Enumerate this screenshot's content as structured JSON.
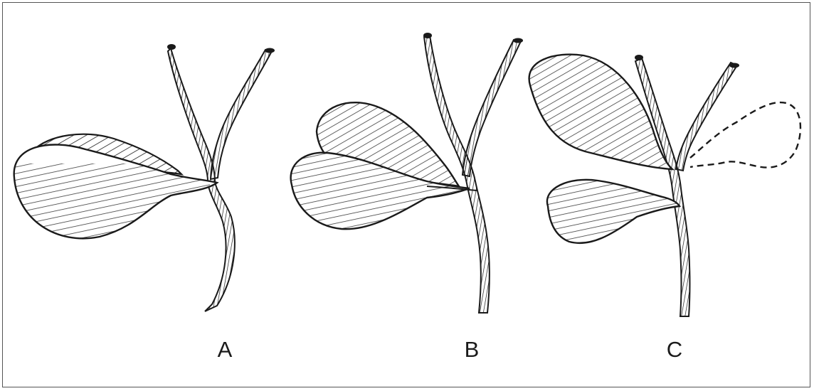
{
  "panels": [
    {
      "id": "A",
      "label": "A"
    },
    {
      "id": "B",
      "label": "B"
    },
    {
      "id": "C",
      "label": "C"
    }
  ],
  "colors": {
    "ink": "#1a1a1a",
    "frame": "#555555",
    "background": "#ffffff"
  }
}
